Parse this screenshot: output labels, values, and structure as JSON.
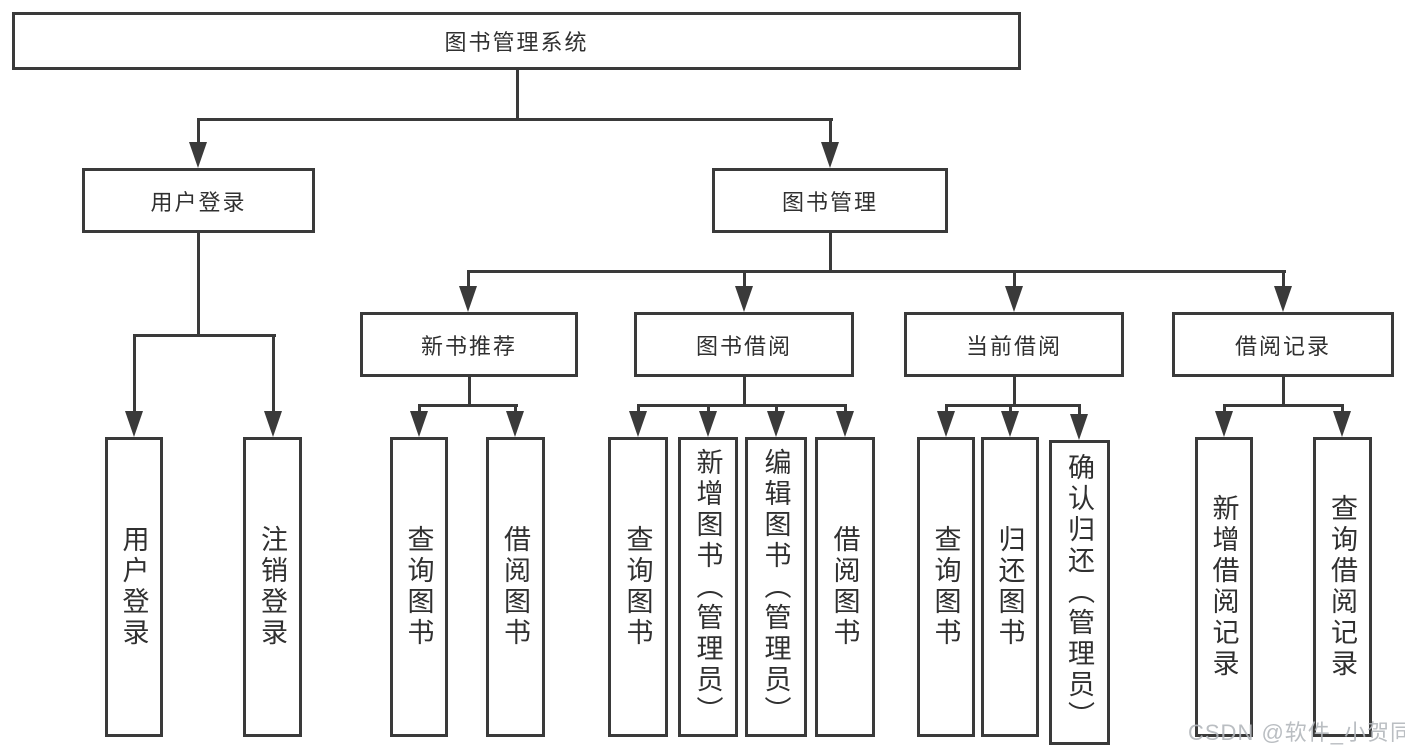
{
  "tree": {
    "label": "图书管理系统",
    "children": [
      {
        "label": "用户登录",
        "children": [
          {
            "label": "用户登录"
          },
          {
            "label": "注销登录"
          }
        ]
      },
      {
        "label": "图书管理",
        "children": [
          {
            "label": "新书推荐",
            "children": [
              {
                "label": "查询图书"
              },
              {
                "label": "借阅图书"
              }
            ]
          },
          {
            "label": "图书借阅",
            "children": [
              {
                "label": "查询图书"
              },
              {
                "label": "新增图书（管理员）"
              },
              {
                "label": "编辑图书（管理员）"
              },
              {
                "label": "借阅图书"
              }
            ]
          },
          {
            "label": "当前借阅",
            "children": [
              {
                "label": "查询图书"
              },
              {
                "label": "归还图书"
              },
              {
                "label": "确认归还（管理员）"
              }
            ]
          },
          {
            "label": "借阅记录",
            "children": [
              {
                "label": "新增借阅记录"
              },
              {
                "label": "查询借阅记录"
              }
            ]
          }
        ]
      }
    ]
  },
  "watermark": {
    "text": "CSDN @软件_小贺同学"
  },
  "colors": {
    "line": "#3a3a3a",
    "text": "#303030",
    "background": "#ffffff",
    "watermark": "#b3b7bc"
  }
}
